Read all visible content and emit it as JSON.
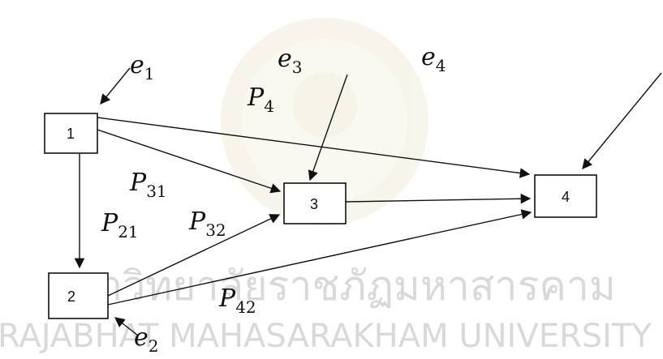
{
  "watermark": {
    "thai_text": "มหาวิทยาลัยราชภัฏมหาสารคาม",
    "english_text": "RAJABHAT MAHASARAKHAM UNIVERSITY",
    "color": "#d9d9d9"
  },
  "nodes": [
    {
      "id": "1",
      "label": "1"
    },
    {
      "id": "2",
      "label": "2"
    },
    {
      "id": "3",
      "label": "3"
    },
    {
      "id": "4",
      "label": "4"
    }
  ],
  "errors": [
    {
      "id": "e1",
      "symbol": "e",
      "sub": "1"
    },
    {
      "id": "e2",
      "symbol": "e",
      "sub": "2"
    },
    {
      "id": "e3",
      "symbol": "e",
      "sub": "3"
    },
    {
      "id": "e4",
      "symbol": "e",
      "sub": "4"
    }
  ],
  "paths": [
    {
      "id": "P4",
      "symbol": "P",
      "sub": "4"
    },
    {
      "id": "P31",
      "symbol": "P",
      "sub": "31"
    },
    {
      "id": "P21",
      "symbol": "P",
      "sub": "21"
    },
    {
      "id": "P32",
      "symbol": "P",
      "sub": "32"
    },
    {
      "id": "P42",
      "symbol": "P",
      "sub": "42"
    }
  ]
}
